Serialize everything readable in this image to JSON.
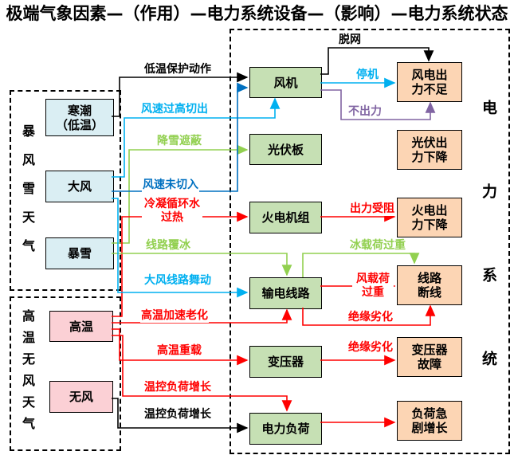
{
  "title": "极端气象因素—（作用）—电力系统设备—（影响）—电力系统状态",
  "groups": {
    "blizzard": {
      "label": "暴风雪天气",
      "items": [
        {
          "label": "寒潮\n（低温）"
        },
        {
          "label": "大风"
        },
        {
          "label": "暴雪"
        }
      ]
    },
    "heat": {
      "label": "高温无风天气",
      "items": [
        {
          "label": "高温"
        },
        {
          "label": "无风"
        }
      ]
    }
  },
  "system": {
    "label": "电力系统",
    "equipment": [
      {
        "label": "风机"
      },
      {
        "label": "光伏板"
      },
      {
        "label": "火电机组"
      },
      {
        "label": "输电线路"
      },
      {
        "label": "变压器"
      },
      {
        "label": "电力负荷"
      }
    ],
    "states": [
      {
        "label": "风电出\n力不足"
      },
      {
        "label": "光伏出\n力下降"
      },
      {
        "label": "火电出\n力下降"
      },
      {
        "label": "线路\n断线"
      },
      {
        "label": "变压器\n故障"
      },
      {
        "label": "负荷急\n剧增长"
      }
    ]
  },
  "edges": [
    {
      "from": "寒潮（低温）",
      "to": "风机",
      "label": "低温保护动作",
      "color": "#000000"
    },
    {
      "from": "风机",
      "to": "风电出力不足",
      "label": "脱网",
      "color": "#000000"
    },
    {
      "from": "风机",
      "to": "风电出力不足",
      "label": "停机",
      "color": "#00b0f0"
    },
    {
      "from": "风机",
      "to": "风电出力不足",
      "label": "不出力",
      "color": "#8064a2"
    },
    {
      "from": "大风",
      "to": "风机",
      "label": "风速过高切出",
      "color": "#00b0f0"
    },
    {
      "from": "暴雪",
      "to": "光伏板",
      "label": "降雪遮蔽",
      "color": "#92d050"
    },
    {
      "from": "大风",
      "to": "风机",
      "label": "风速未切入",
      "color": "#0070c0"
    },
    {
      "from": "高温",
      "to": "火电机组",
      "label": "冷凝循环水\n过热",
      "color": "#ff0000"
    },
    {
      "from": "火电机组",
      "to": "火电出力下降",
      "label": "出力受阻",
      "color": "#ff0000"
    },
    {
      "from": "暴雪",
      "to": "输电线路",
      "label": "线路覆冰",
      "color": "#92d050"
    },
    {
      "from": "大风",
      "to": "输电线路",
      "label": "大风线路舞动",
      "color": "#00b0f0"
    },
    {
      "from": "输电线路",
      "to": "线路断线",
      "label": "冰载荷过重",
      "color": "#92d050"
    },
    {
      "from": "输电线路",
      "to": "线路断线",
      "label": "风载荷\n过重",
      "color": "#ff0000"
    },
    {
      "from": "输电线路",
      "to": "线路断线",
      "label": "绝缘劣化",
      "color": "#ff0000"
    },
    {
      "from": "高温",
      "to": "输电线路",
      "label": "高温加速老化",
      "color": "#ff0000"
    },
    {
      "from": "高温",
      "to": "变压器",
      "label": "高温重载",
      "color": "#ff0000"
    },
    {
      "from": "变压器",
      "to": "变压器故障",
      "label": "绝缘劣化",
      "color": "#ff0000"
    },
    {
      "from": "高温",
      "to": "电力负荷",
      "label": "温控负荷增长",
      "color": "#ff0000"
    },
    {
      "from": "无风",
      "to": "电力负荷",
      "label": "温控负荷增长",
      "color": "#000000"
    },
    {
      "from": "电力负荷",
      "to": "负荷急剧增长",
      "label": "",
      "color": "#ff0000"
    }
  ],
  "colors": {
    "weather_fill": "#daeef3",
    "heat_fill": "#fbd0d5",
    "equipment_fill": "#c6e0b4",
    "state_fill": "#fcd5b4",
    "edge_black": "#000000",
    "edge_cyan": "#00b0f0",
    "edge_blue": "#0070c0",
    "edge_green": "#92d050",
    "edge_purple": "#8064a2",
    "edge_red": "#ff0000"
  }
}
